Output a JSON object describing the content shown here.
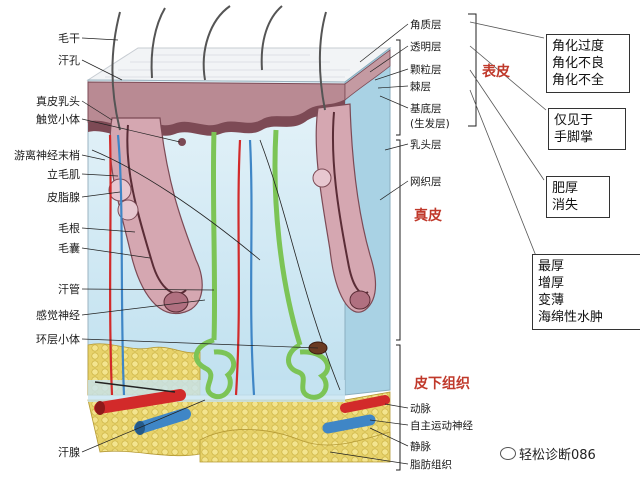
{
  "left_labels": [
    "毛干",
    "汗孔",
    "真皮乳头",
    "触觉小体",
    "游离神经末梢",
    "立毛肌",
    "皮脂腺",
    "毛根",
    "毛囊",
    "汗管",
    "感觉神经",
    "环层小体",
    "汗腺"
  ],
  "right_labels": [
    "角质层",
    "透明层",
    "颗粒层",
    "棘层",
    "基底层",
    "(生发层)",
    "乳头层",
    "网织层",
    "动脉",
    "自主运动神经",
    "静脉",
    "脂肪组织"
  ],
  "region_labels": {
    "epidermis": "表皮",
    "dermis": "真皮",
    "subcutis": "皮下组织"
  },
  "boxes": {
    "stratum_corneum": [
      "角化过度",
      "角化不良",
      "角化不全"
    ],
    "stratum_lucidum": [
      "仅见于",
      "手脚掌"
    ],
    "stratum_granulosum": [
      "肥厚",
      "消失"
    ],
    "stratum_spinosum": [
      "最厚",
      "增厚",
      "变薄",
      "海绵性水肿"
    ]
  },
  "watermark": "轻松诊断086",
  "colors": {
    "label_red": "#c0392b",
    "dermis": "#cfe8f3",
    "epidermis": "#b98a93",
    "fat": "#e9d877",
    "gland": "#8fd46a",
    "artery": "#d22a2a",
    "vein": "#3f86c6"
  }
}
